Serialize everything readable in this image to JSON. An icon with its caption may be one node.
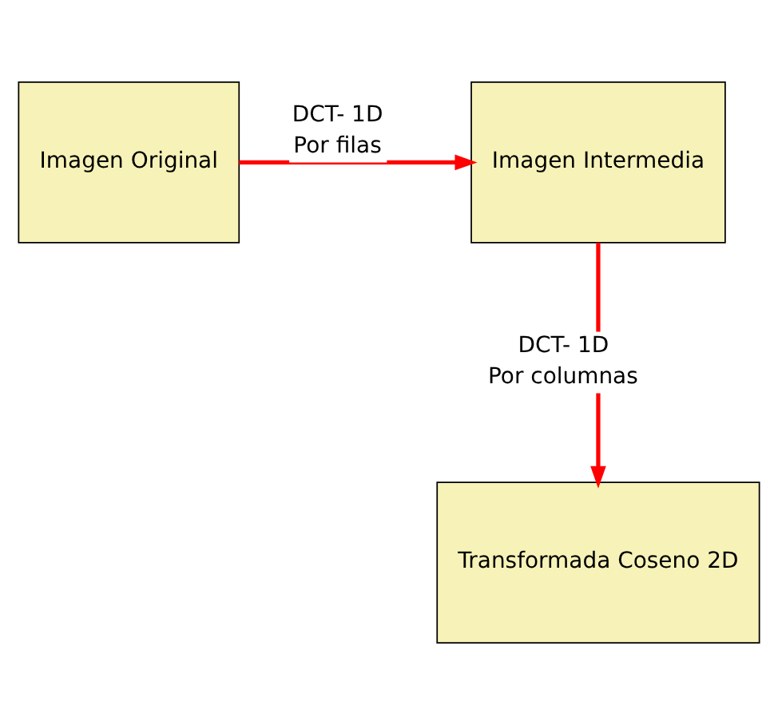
{
  "diagram": {
    "nodes": [
      {
        "text": [
          "Imagen Original"
        ]
      },
      {
        "text": [
          "Imagen Intermedia"
        ]
      },
      {
        "text": [
          "Transformada Coseno 2D"
        ]
      }
    ],
    "edges": [
      {
        "from": 0,
        "to": 1,
        "arrow": "to",
        "label": "DCT- 1D Por filas",
        "color": "#ff0000"
      },
      {
        "from": 1,
        "to": 2,
        "arrow": "to",
        "label": "DCT- 1D Por columnas",
        "color": "#ff0000"
      }
    ]
  }
}
